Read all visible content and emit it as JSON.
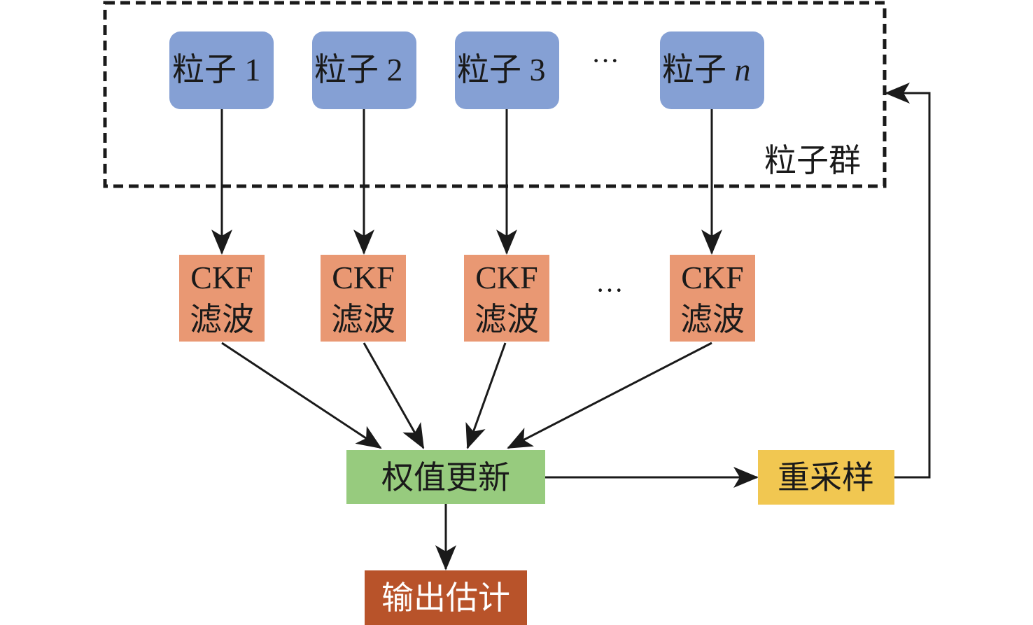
{
  "diagram": {
    "group_label": "粒子群",
    "colors": {
      "particle": "#85a0d4",
      "ckf": "#e99873",
      "weight": "#97cb7e",
      "resample": "#f1c751",
      "output": "#b8532a",
      "edge": "#1a1a1a"
    },
    "particles": [
      {
        "prefix": "粒子 ",
        "index": "1"
      },
      {
        "prefix": "粒子 ",
        "index": "2"
      },
      {
        "prefix": "粒子 ",
        "index": "3"
      },
      {
        "prefix": "粒子 ",
        "index": "n"
      }
    ],
    "particle_ellipsis": "···",
    "ckf_nodes": [
      {
        "line1": "CKF",
        "line2": "滤波"
      },
      {
        "line1": "CKF",
        "line2": "滤波"
      },
      {
        "line1": "CKF",
        "line2": "滤波"
      },
      {
        "line1": "CKF",
        "line2": "滤波"
      }
    ],
    "ckf_ellipsis": "···",
    "weight_update": "权值更新",
    "resample": "重采样",
    "output_estimate": "输出估计",
    "edges": [
      {
        "from": "粒子 1",
        "to": "CKF 滤波 1"
      },
      {
        "from": "粒子 2",
        "to": "CKF 滤波 2"
      },
      {
        "from": "粒子 3",
        "to": "CKF 滤波 3"
      },
      {
        "from": "粒子 n",
        "to": "CKF 滤波 n"
      },
      {
        "from": "CKF 滤波 1",
        "to": "权值更新"
      },
      {
        "from": "CKF 滤波 2",
        "to": "权值更新"
      },
      {
        "from": "CKF 滤波 3",
        "to": "权值更新"
      },
      {
        "from": "CKF 滤波 n",
        "to": "权值更新"
      },
      {
        "from": "权值更新",
        "to": "重采样"
      },
      {
        "from": "权值更新",
        "to": "输出估计"
      },
      {
        "from": "重采样",
        "to": "粒子群"
      }
    ]
  }
}
